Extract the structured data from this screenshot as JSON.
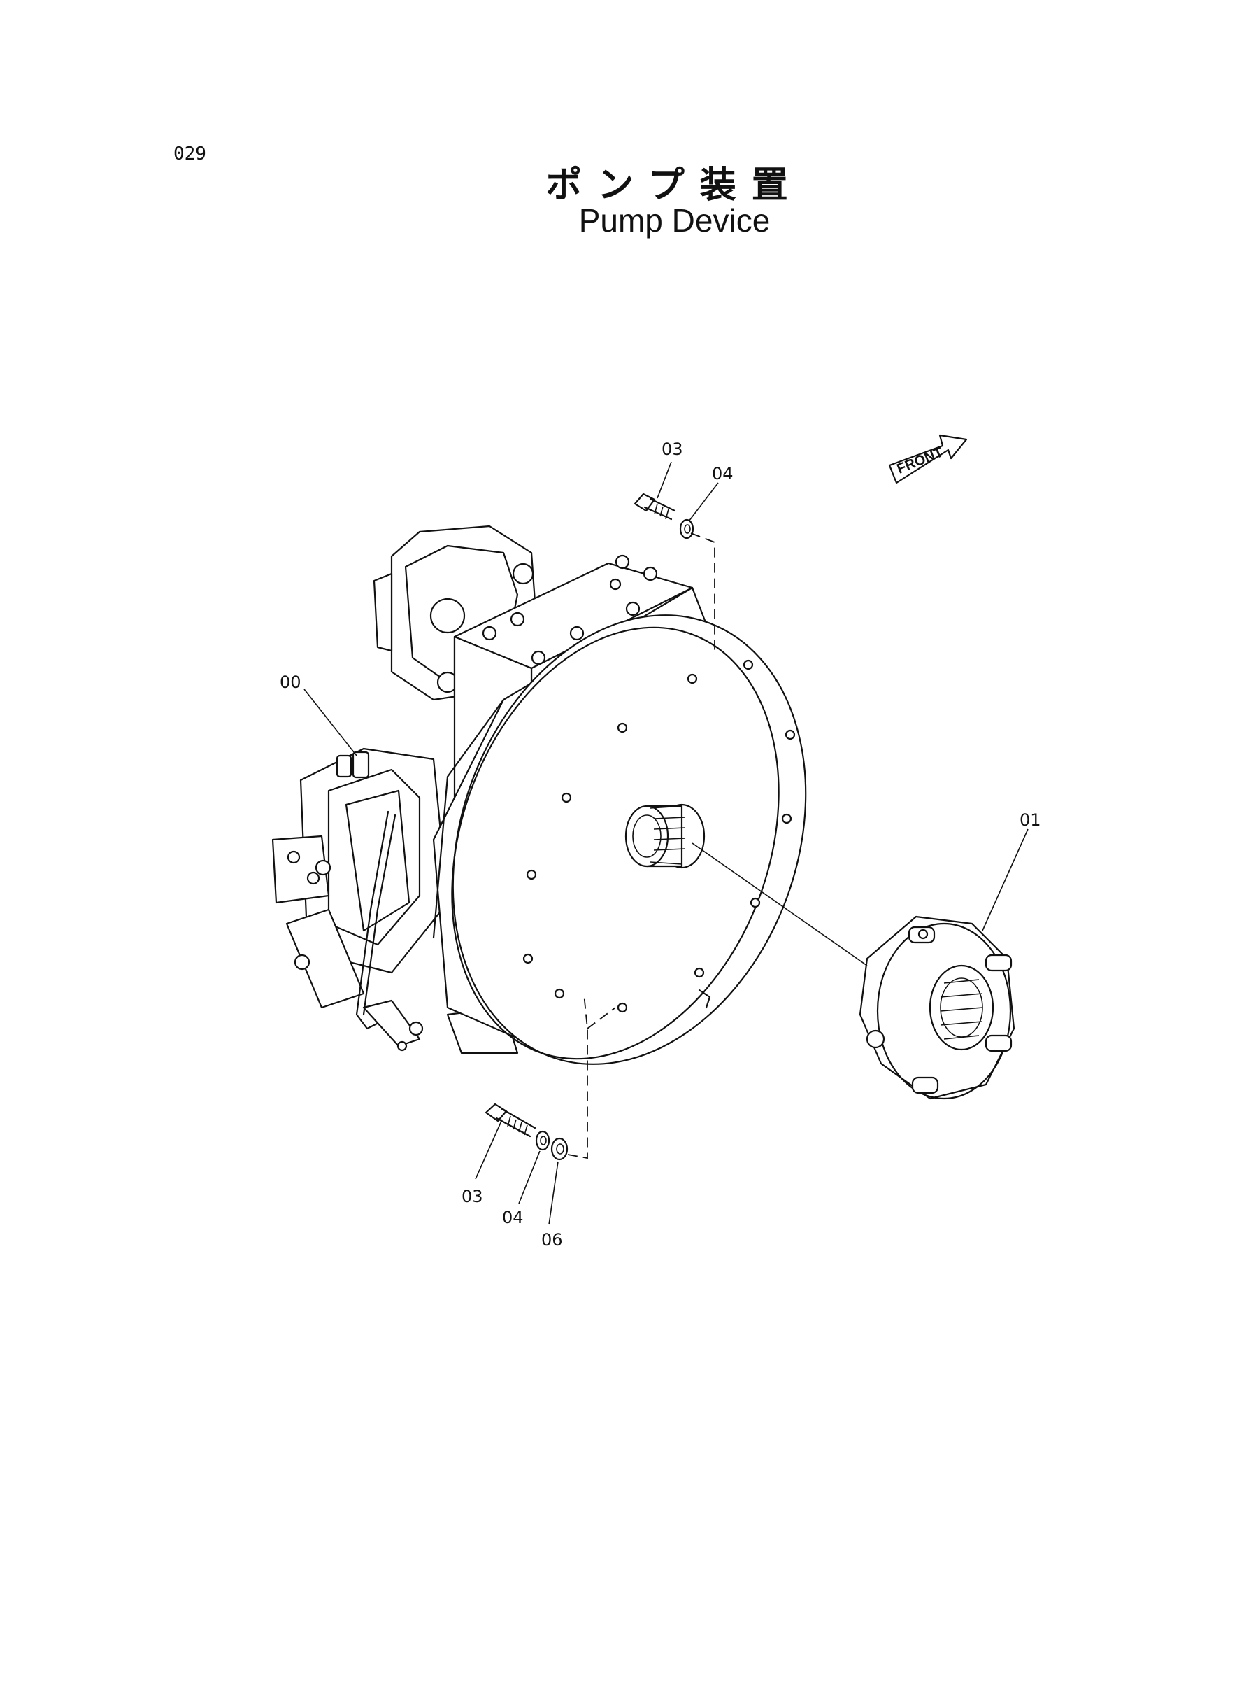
{
  "page": {
    "number": "029",
    "title_jp": "ポンプ装置",
    "title_en": "Pump Device"
  },
  "front_indicator": {
    "label": "FRONT"
  },
  "callouts": {
    "c00": "00",
    "c01": "01",
    "c03_top": "03",
    "c04_top": "04",
    "c03_bottom": "03",
    "c04_bottom": "04",
    "c06_bottom": "06"
  }
}
